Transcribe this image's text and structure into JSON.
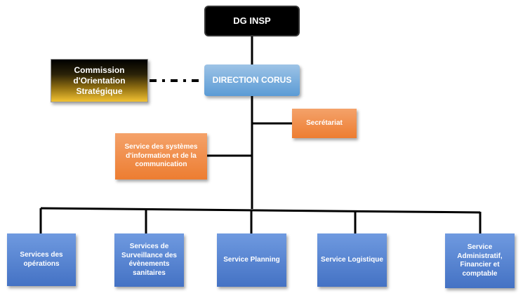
{
  "chart": {
    "dg": "DG INSP",
    "direction": "DIRECTION CORUS",
    "commission": [
      "Commission",
      "d'Orientation",
      "Stratégique"
    ],
    "secretariat": "Secrétariat",
    "ssic": "Service des systèmes d'information et de la communication",
    "services": [
      "Services des opérations",
      "Services de Surveillance des évènements sanitaires",
      "Service Planning",
      "Service Logistique",
      "Service Administratif, Financier et comptable"
    ]
  },
  "colors": {
    "line": "#000000",
    "dg_fill": "#000000",
    "direction_fill": "#5b9bd5",
    "staff_fill": "#ed7d31",
    "service_fill": "#4472c4",
    "commission_accent": "#f2c232"
  }
}
